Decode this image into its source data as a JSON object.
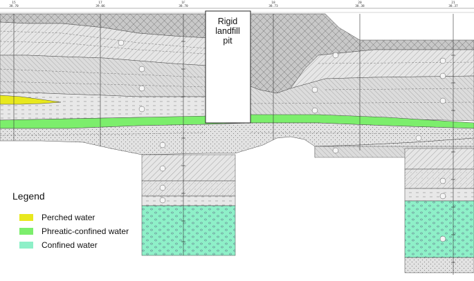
{
  "pit": {
    "label_lines": [
      "Rigid",
      "landfill",
      "pit"
    ]
  },
  "legend": {
    "title": "Legend",
    "items": [
      {
        "label": "Perched water",
        "color": "#e8e81e"
      },
      {
        "label": "Phreatic-confined water",
        "color": "#7cee6c"
      },
      {
        "label": "Confined water",
        "color": "#8ef0c8"
      }
    ]
  },
  "boreholes": [
    {
      "number": "15",
      "elevation": "38.70"
    },
    {
      "number": "17",
      "elevation": "39.06"
    },
    {
      "number": "1F",
      "elevation": "38.70"
    },
    {
      "number": "18",
      "elevation": "38.73"
    },
    {
      "number": "20",
      "elevation": "38.38"
    },
    {
      "number": "21",
      "elevation": "38.37"
    }
  ],
  "colors": {
    "stroke": "#4a4a4a",
    "fill_light": "#e3e3e3",
    "fill_mid": "#d2d2d2",
    "fill_fill": "#c4c4c4",
    "perched": "#e8e81e",
    "phreatic": "#7cee6c",
    "confined": "#8ef0c8"
  }
}
